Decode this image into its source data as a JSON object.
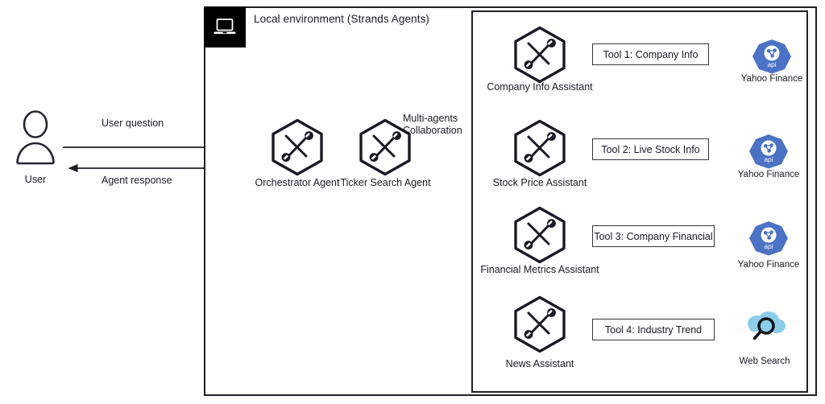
{
  "environment": {
    "title": "Local environment (Strands Agents)",
    "icon": "laptop-icon"
  },
  "user": {
    "label": "User",
    "icon": "user-avatar-icon"
  },
  "flows": {
    "request_label": "User question",
    "response_label": "Agent response",
    "collaboration_label_line1": "Multi-agents",
    "collaboration_label_line2": "Collaboration"
  },
  "agents": {
    "orchestrator": {
      "label": "Orchestrator Agent",
      "icon": "agent-tools-hexagon-icon"
    },
    "ticker_search": {
      "label": "Ticker Search Agent",
      "icon": "agent-tools-hexagon-icon"
    }
  },
  "assistants": [
    {
      "label": "Company Info Assistant",
      "icon": "agent-tools-hexagon-icon",
      "tool": "Tool 1: Company Info",
      "service": "Yahoo Finance",
      "service_icon": "api-icon",
      "service_badge": "api"
    },
    {
      "label": "Stock Price Assistant",
      "icon": "agent-tools-hexagon-icon",
      "tool": "Tool 2: Live Stock Info",
      "service": "Yahoo Finance",
      "service_icon": "api-icon",
      "service_badge": "api"
    },
    {
      "label": "Financial Metrics Assistant",
      "icon": "agent-tools-hexagon-icon",
      "tool": "Tool 3: Company Financial",
      "service": "Yahoo Finance",
      "service_icon": "api-icon",
      "service_badge": "api"
    },
    {
      "label": "News Assistant",
      "icon": "agent-tools-hexagon-icon",
      "tool": "Tool 4: Industry Trend",
      "service": "Web Search",
      "service_icon": "cloud-search-icon",
      "service_badge": ""
    }
  ],
  "colors": {
    "stroke": "#1e1e24",
    "api_blue": "#4b72c4",
    "cloud_blue": "#8ccdea",
    "background": "#ffffff"
  }
}
